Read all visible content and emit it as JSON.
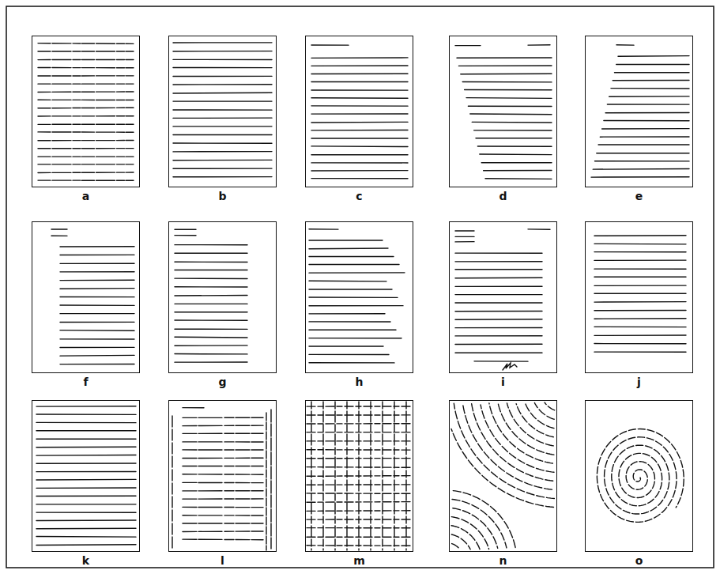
{
  "diagram": {
    "nodes": [
      {
        "text": [
          "a"
        ]
      },
      {
        "text": [
          "b"
        ]
      },
      {
        "text": [
          "c"
        ]
      },
      {
        "text": [
          "d"
        ]
      },
      {
        "text": [
          "e"
        ]
      },
      {
        "text": [
          "f"
        ]
      },
      {
        "text": [
          "g"
        ]
      },
      {
        "text": [
          "h"
        ]
      },
      {
        "text": [
          "i"
        ]
      },
      {
        "text": [
          "j"
        ]
      },
      {
        "text": [
          "k"
        ]
      },
      {
        "text": [
          "l"
        ]
      },
      {
        "text": [
          "m"
        ]
      },
      {
        "text": [
          "n"
        ]
      },
      {
        "text": [
          "o"
        ]
      }
    ]
  }
}
